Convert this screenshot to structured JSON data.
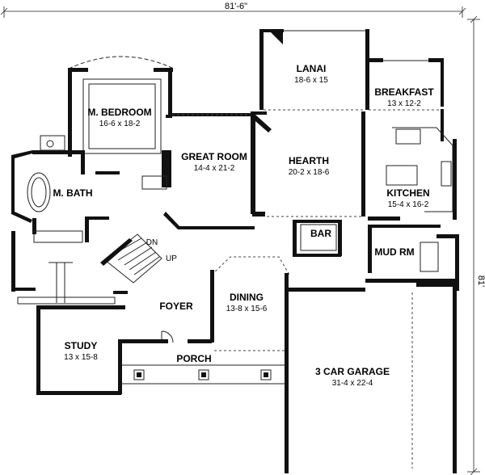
{
  "dimensions": {
    "overall_width": "81'-6\"",
    "overall_depth": "81'"
  },
  "rooms": {
    "lanai": {
      "name": "LANAI",
      "size": "18-6 x 15"
    },
    "breakfast": {
      "name": "BREAKFAST",
      "size": "13 x 12-2"
    },
    "master_bedroom": {
      "name": "M. BEDROOM",
      "size": "16-6 x 18-2"
    },
    "great_room": {
      "name": "GREAT ROOM",
      "size": "14-4 x 21-2"
    },
    "hearth": {
      "name": "HEARTH",
      "size": "20-2 x 18-6"
    },
    "master_bath": {
      "name": "M. BATH"
    },
    "kitchen": {
      "name": "KITCHEN",
      "size": "15-4 x 16-2"
    },
    "bar": {
      "name": "BAR"
    },
    "mud_room": {
      "name": "MUD RM"
    },
    "foyer": {
      "name": "FOYER"
    },
    "dining": {
      "name": "DINING",
      "size": "13-8 x 15-6"
    },
    "study": {
      "name": "STUDY",
      "size": "13 x 15-8"
    },
    "porch": {
      "name": "PORCH"
    },
    "garage": {
      "name": "3 CAR GARAGE",
      "size": "31-4 x 22-4"
    }
  },
  "stair_labels": {
    "down": "DN",
    "up": "UP"
  }
}
